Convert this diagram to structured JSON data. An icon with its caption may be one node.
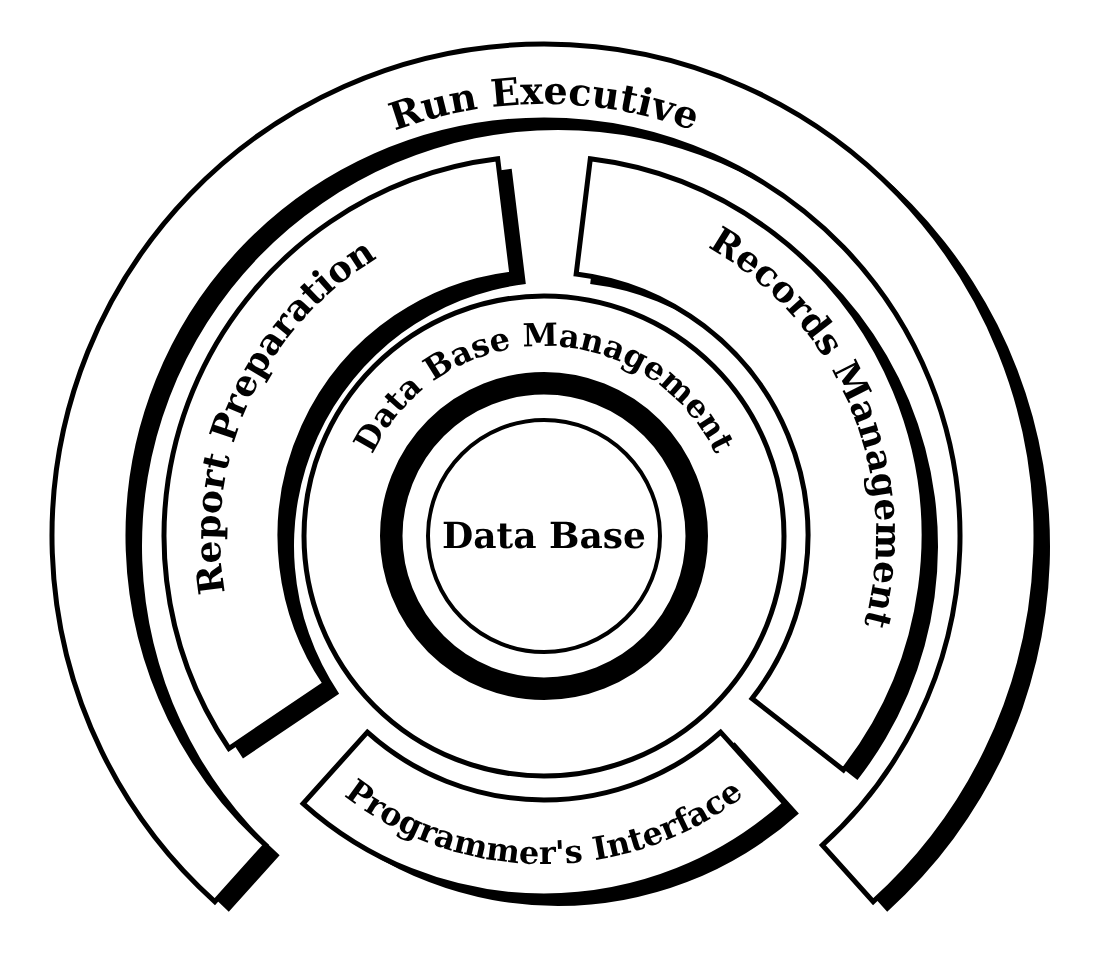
{
  "diagram": {
    "nodes": [
      {
        "text": [
          "Run Executive"
        ]
      },
      {
        "text": [
          "Report Preparation"
        ]
      },
      {
        "text": [
          "Records Management"
        ]
      },
      {
        "text": [
          "Data Base Management"
        ]
      },
      {
        "text": [
          "Data Base"
        ],
        "in": 3
      },
      {
        "text": [
          "Programmer's Interface"
        ]
      }
    ]
  }
}
